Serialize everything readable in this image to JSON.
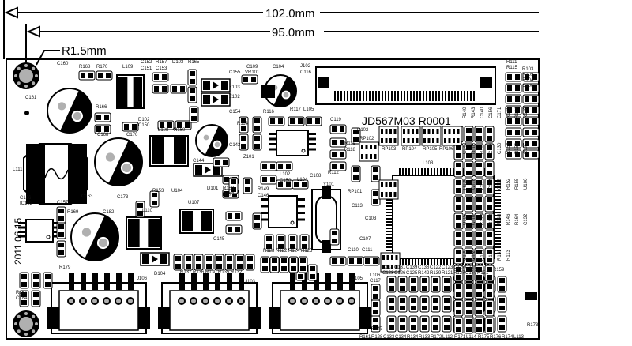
{
  "dimensions": {
    "overall": "102.0mm",
    "inner": "95.0mm",
    "hole_radius": "R1.5mm"
  },
  "board": {
    "part_number": "JD567M03 R0001",
    "date": "2011.06.15"
  },
  "colors": {
    "ink": "#000000",
    "paper": "#ffffff",
    "hole": "#b0b0b0"
  },
  "labels": [
    "C160",
    "R168",
    "R170",
    "L109",
    "C152",
    "C151",
    "R157",
    "C153",
    "D103",
    "R165",
    "C155",
    "Z103",
    "C109",
    "VR101",
    "C104",
    "J102",
    "C116",
    "C161",
    "R166",
    "C168",
    "C170",
    "D102",
    "C150",
    "L108",
    "R160",
    "C154",
    "Z102",
    "R114",
    "C142",
    "C144",
    "R116",
    "R117",
    "L105",
    "C119",
    "C102",
    "RP102",
    "R119",
    "R118",
    "RP103",
    "RP104",
    "RP105",
    "RP106",
    "L103",
    "L111",
    "C173",
    "R153",
    "U104",
    "D101",
    "R180",
    "R177",
    "Z101",
    "L102",
    "C158",
    "L104",
    "C108",
    "Y101",
    "R112",
    "RP101",
    "C166",
    "IC102",
    "C157",
    "C163",
    "C182",
    "L110",
    "U107",
    "C145",
    "R149",
    "C146",
    "R123",
    "R122",
    "R124",
    "R125",
    "C103",
    "C107",
    "R179",
    "D104",
    "R137",
    "R136",
    "R130",
    "R135",
    "R132",
    "J106",
    "J103",
    "J105",
    "L106",
    "C117",
    "R147",
    "R161",
    "R128",
    "C133",
    "C134",
    "R134",
    "R133",
    "R172",
    "L112",
    "R171",
    "L114",
    "R175",
    "R176",
    "R174",
    "L113",
    "R111",
    "R115",
    "R103",
    "R109",
    "R104",
    "C106",
    "R140",
    "R143",
    "C140",
    "C156",
    "C171",
    "R141",
    "R144",
    "R148",
    "C143",
    "R108",
    "R110",
    "C118",
    "C174",
    "C131",
    "C139",
    "C138",
    "C122",
    "C123",
    "C127",
    "C129",
    "C128",
    "C126",
    "C125",
    "R142",
    "R139",
    "R121",
    "R127",
    "C169",
    "R131",
    "C130",
    "R154",
    "R158",
    "R159",
    "R173",
    "C175",
    "R138",
    "R176",
    "C176",
    "C177",
    "R167",
    "C184",
    "R169",
    "C113",
    "C114",
    "C112",
    "R152",
    "R155",
    "U106",
    "U105",
    "C101",
    "C178",
    "R163",
    "L103",
    "R145",
    "R146",
    "R164",
    "C132",
    "C120",
    "C159",
    "C172",
    "R150",
    "R151",
    "R113",
    "C110",
    "C111"
  ]
}
